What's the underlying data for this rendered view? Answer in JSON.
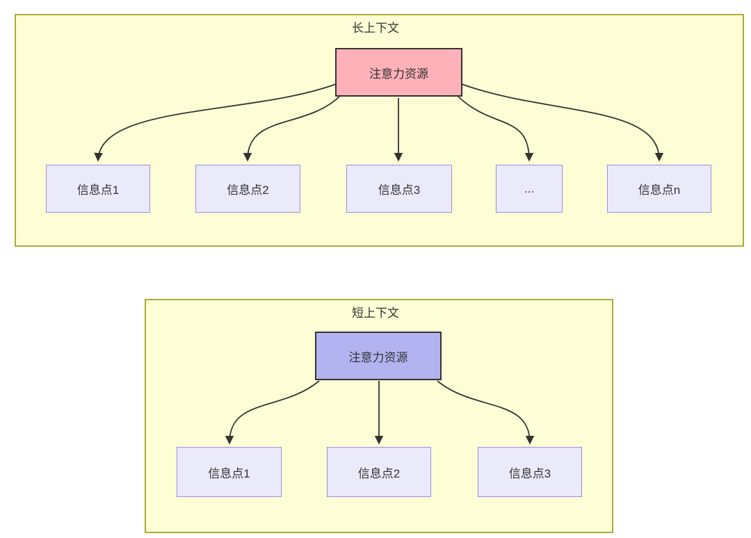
{
  "diagram": {
    "long_context": {
      "title": "长上下文",
      "attention_label": "注意力资源",
      "nodes": [
        "信息点1",
        "信息点2",
        "信息点3",
        "...",
        "信息点n"
      ]
    },
    "short_context": {
      "title": "短上下文",
      "attention_label": "注意力资源",
      "nodes": [
        "信息点1",
        "信息点2",
        "信息点3"
      ]
    },
    "colors": {
      "container_fill": "#FDFDD6",
      "container_border": "#ABAB34",
      "attention_long_fill": "#FFB1B9",
      "attention_short_fill": "#B3B3F1",
      "attention_border": "#333333",
      "node_fill": "#EAEAFB",
      "node_border": "#9D8CE0",
      "arrow_color": "#333333",
      "text_color": "#333333"
    }
  }
}
